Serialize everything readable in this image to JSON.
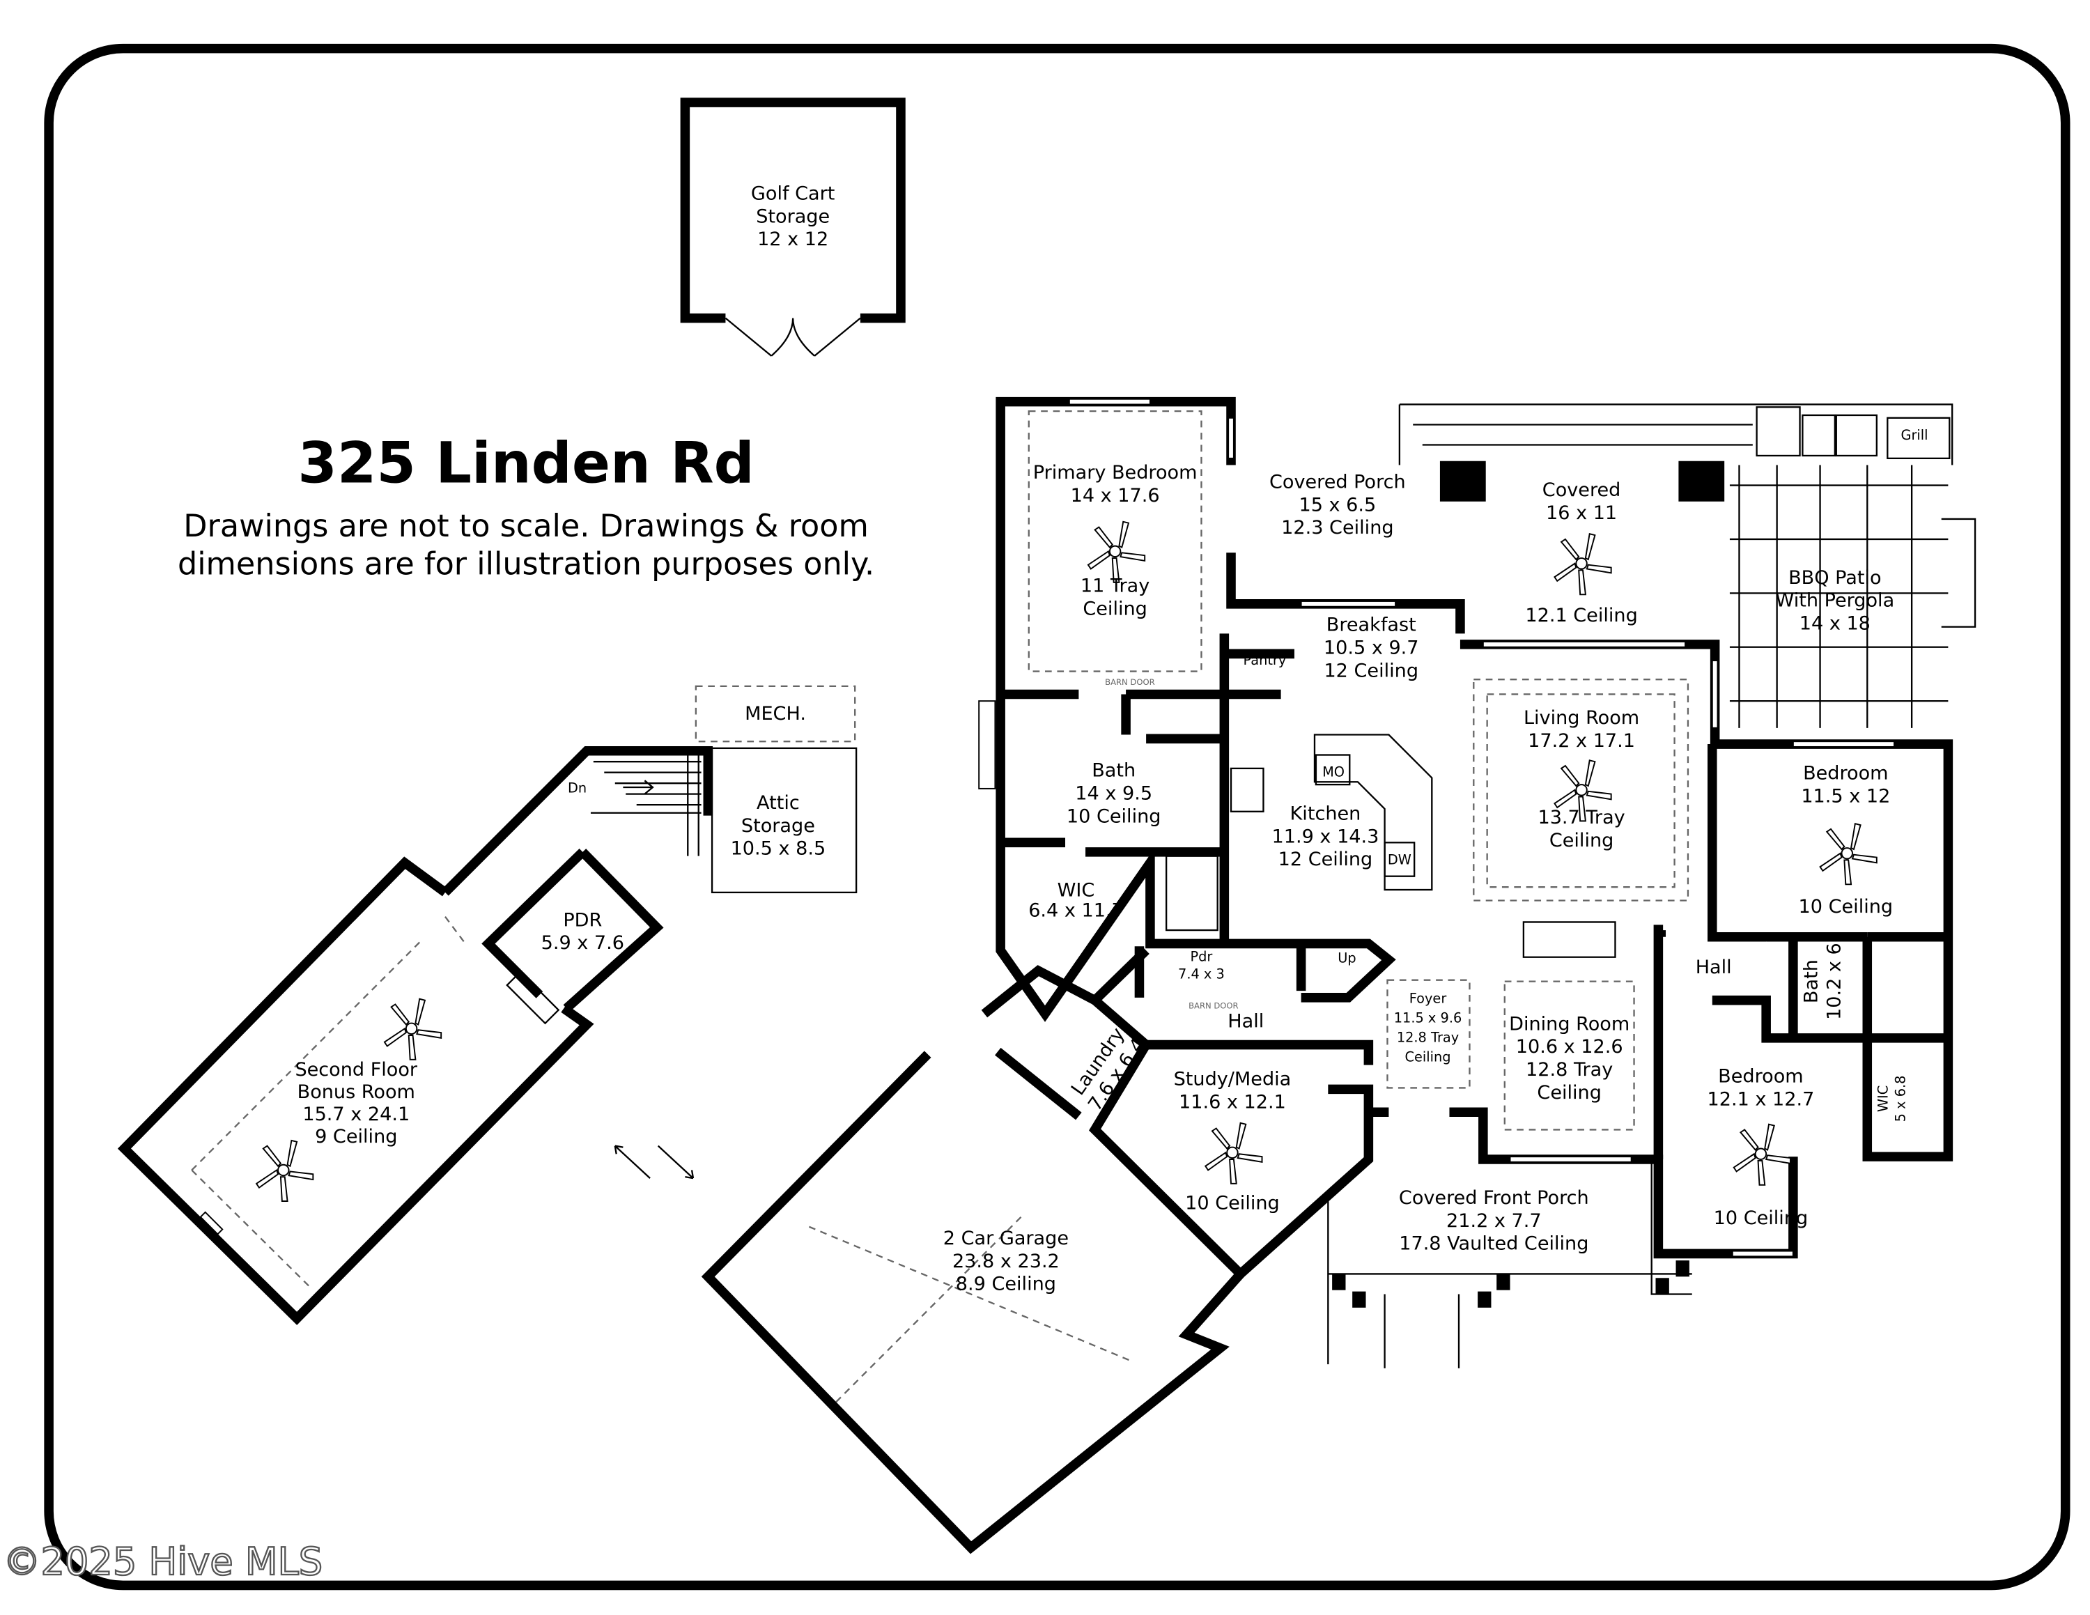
{
  "header": {
    "address": "325 Linden Rd",
    "disclaimer_line1": "Drawings are not to scale. Drawings & room",
    "disclaimer_line2": "dimensions are for illustration purposes only."
  },
  "watermark": "©2025 Hive MLS",
  "rooms": [
    {
      "name": "golf-cart-storage",
      "lines": [
        "Golf Cart",
        "Storage",
        "12 x 12"
      ]
    },
    {
      "name": "primary-bedroom",
      "lines": [
        "Primary Bedroom",
        "14 x 17.6",
        "11 Tray",
        "Ceiling"
      ]
    },
    {
      "name": "covered-porch",
      "lines": [
        "Covered Porch",
        "15 x 6.5",
        "12.3 Ceiling"
      ]
    },
    {
      "name": "covered",
      "lines": [
        "Covered",
        "16 x 11",
        "12.1 Ceiling"
      ]
    },
    {
      "name": "bbq-patio",
      "lines": [
        "BBQ Patio",
        "With Pergola",
        "14 x 18"
      ]
    },
    {
      "name": "breakfast",
      "lines": [
        "Breakfast",
        "10.5 x 9.7",
        "12 Ceiling"
      ]
    },
    {
      "name": "pantry",
      "lines": [
        "Pantry"
      ]
    },
    {
      "name": "primary-bath",
      "lines": [
        "Bath",
        "14 x 9.5",
        "10 Ceiling"
      ]
    },
    {
      "name": "kitchen",
      "lines": [
        "Kitchen",
        "11.9 x 14.3",
        "12 Ceiling"
      ]
    },
    {
      "name": "microwave",
      "lines": [
        "MO"
      ]
    },
    {
      "name": "dishwasher",
      "lines": [
        "DW"
      ]
    },
    {
      "name": "living-room",
      "lines": [
        "Living Room",
        "17.2 x 17.1",
        "13.7 Tray",
        "Ceiling"
      ]
    },
    {
      "name": "bedroom-2",
      "lines": [
        "Bedroom",
        "11.5 x 12",
        "10 Ceiling"
      ]
    },
    {
      "name": "primary-wic",
      "lines": [
        "WIC",
        "6.4 x 11.7"
      ]
    },
    {
      "name": "pdr-main",
      "lines": [
        "Pdr",
        "7.4 x 3"
      ]
    },
    {
      "name": "stairs-up",
      "lines": [
        "Up"
      ]
    },
    {
      "name": "hall-west",
      "lines": [
        "Hall"
      ]
    },
    {
      "name": "hall-east",
      "lines": [
        "Hall"
      ]
    },
    {
      "name": "foyer",
      "lines": [
        "Foyer",
        "11.5 x 9.6",
        "12.8 Tray",
        "Ceiling"
      ]
    },
    {
      "name": "dining-room",
      "lines": [
        "Dining Room",
        "10.6 x 12.6",
        "12.8 Tray",
        "Ceiling"
      ]
    },
    {
      "name": "bath-2",
      "lines": [
        "Bath",
        "10.2 x 6"
      ]
    },
    {
      "name": "bedroom-3",
      "lines": [
        "Bedroom",
        "12.1 x 12.7",
        "10 Ceiling"
      ]
    },
    {
      "name": "wic-2",
      "lines": [
        "WIC",
        "5 x 6.8"
      ]
    },
    {
      "name": "laundry",
      "lines": [
        "Laundry",
        "7.6 x 6.4"
      ]
    },
    {
      "name": "study-media",
      "lines": [
        "Study/Media",
        "11.6 x 12.1",
        "10 Ceiling"
      ]
    },
    {
      "name": "covered-front-porch",
      "lines": [
        "Covered Front Porch",
        "21.2 x 7.7",
        "17.8 Vaulted Ceiling"
      ]
    },
    {
      "name": "garage",
      "lines": [
        "2 Car Garage",
        "23.8 x 23.2",
        "8.9 Ceiling"
      ]
    },
    {
      "name": "bonus-room",
      "lines": [
        "Second Floor",
        "Bonus Room",
        "15.7 x 24.1",
        "9 Ceiling"
      ]
    },
    {
      "name": "pdr-upper",
      "lines": [
        "PDR",
        "5.9 x 7.6"
      ]
    },
    {
      "name": "attic-storage",
      "lines": [
        "Attic",
        "Storage",
        "10.5 x 8.5"
      ]
    },
    {
      "name": "mech",
      "lines": [
        "MECH."
      ]
    },
    {
      "name": "stairs-down",
      "lines": [
        "Dn"
      ]
    },
    {
      "name": "grill",
      "lines": [
        "Grill"
      ]
    },
    {
      "name": "barn-door-primary",
      "lines": [
        "BARN DOOR"
      ]
    },
    {
      "name": "barn-door-hall",
      "lines": [
        "BARN DOOR"
      ]
    }
  ],
  "icons": {
    "fan": "ceiling-fan-icon",
    "arrows": "floor-link-arrows-icon"
  }
}
